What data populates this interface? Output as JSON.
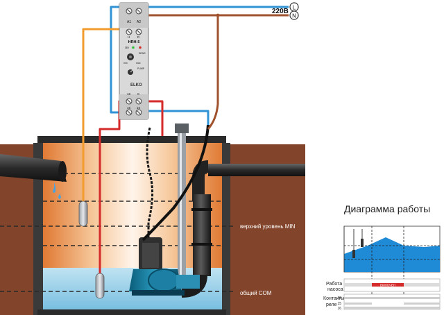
{
  "supply": {
    "voltage": "220В",
    "terminal_l": "L",
    "terminal_n": "N"
  },
  "relay": {
    "model": "HRH-5",
    "top_terminals": [
      "A1",
      "A2"
    ],
    "top_sub_labels": [
      "H",
      "D"
    ],
    "led_label": "Un",
    "sens_label": "SENS",
    "pump_label": "PUMP",
    "knob_labels": [
      "min",
      "max"
    ],
    "brand": "ELKO",
    "bottom_sub_labels": [
      "18",
      "C"
    ],
    "bottom_terminals": [
      "15",
      "16"
    ]
  },
  "pit": {
    "level_max_label": "верхний уровень MIN",
    "level_com_label": "общий COM"
  },
  "diagram": {
    "title": "Диаграмма работы",
    "row_pump": [
      "Работа",
      "насоса"
    ],
    "pump_on_label": "ВКЛЮЧЕН",
    "row_contacts": [
      "Контакты",
      "реле"
    ],
    "contact_numbers": [
      "18",
      "15",
      "16"
    ]
  },
  "colors": {
    "wire_blue": "#2f93d6",
    "wire_brown": "#a0522d",
    "wire_orange": "#f39c2e",
    "wire_red": "#d42a2a",
    "water": "#7fc3e0",
    "soil": "#8a4a2e",
    "diagram_water": "#1f8ad6"
  }
}
